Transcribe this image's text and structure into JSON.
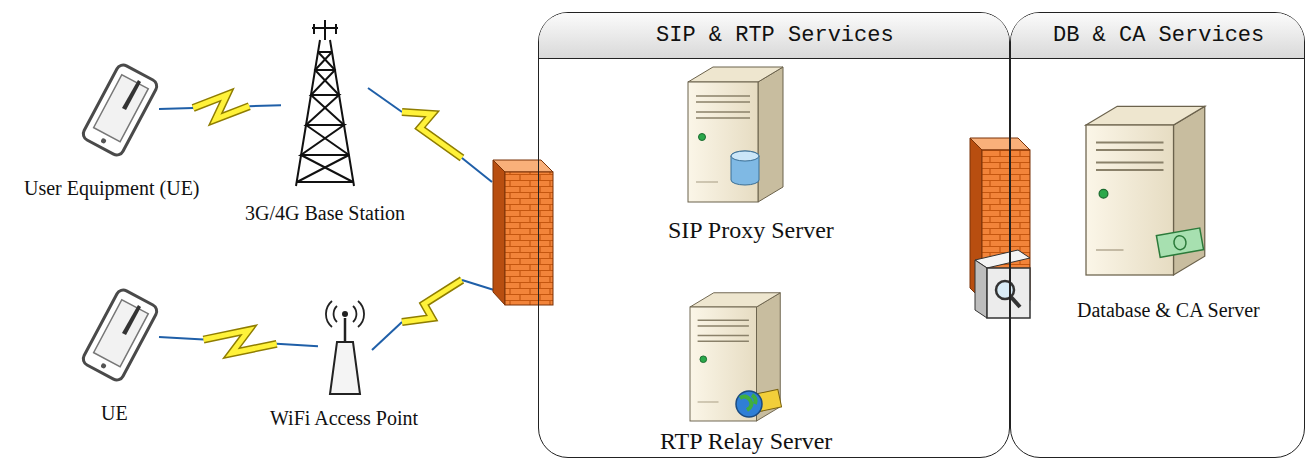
{
  "diagram": {
    "nodes": [
      {
        "text": [
          "User Equipment (UE)"
        ]
      },
      {
        "text": [
          "3G/4G Base Station"
        ]
      },
      {
        "text": [
          "UE"
        ]
      },
      {
        "text": [
          "WiFi Access Point"
        ]
      },
      {
        "text": [
          "SIP & RTP Services"
        ]
      },
      {
        "text": [
          "SIP Proxy Server"
        ],
        "in": 4
      },
      {
        "text": [
          "RTP Relay Server"
        ],
        "in": 4
      },
      {
        "text": [
          "DB & CA Services"
        ]
      },
      {
        "text": [
          "Database & CA Server"
        ],
        "in": 7
      }
    ],
    "edges": [
      {
        "from": 0,
        "to": 1,
        "arrow": "none"
      },
      {
        "from": 2,
        "to": 3,
        "arrow": "none"
      }
    ]
  }
}
